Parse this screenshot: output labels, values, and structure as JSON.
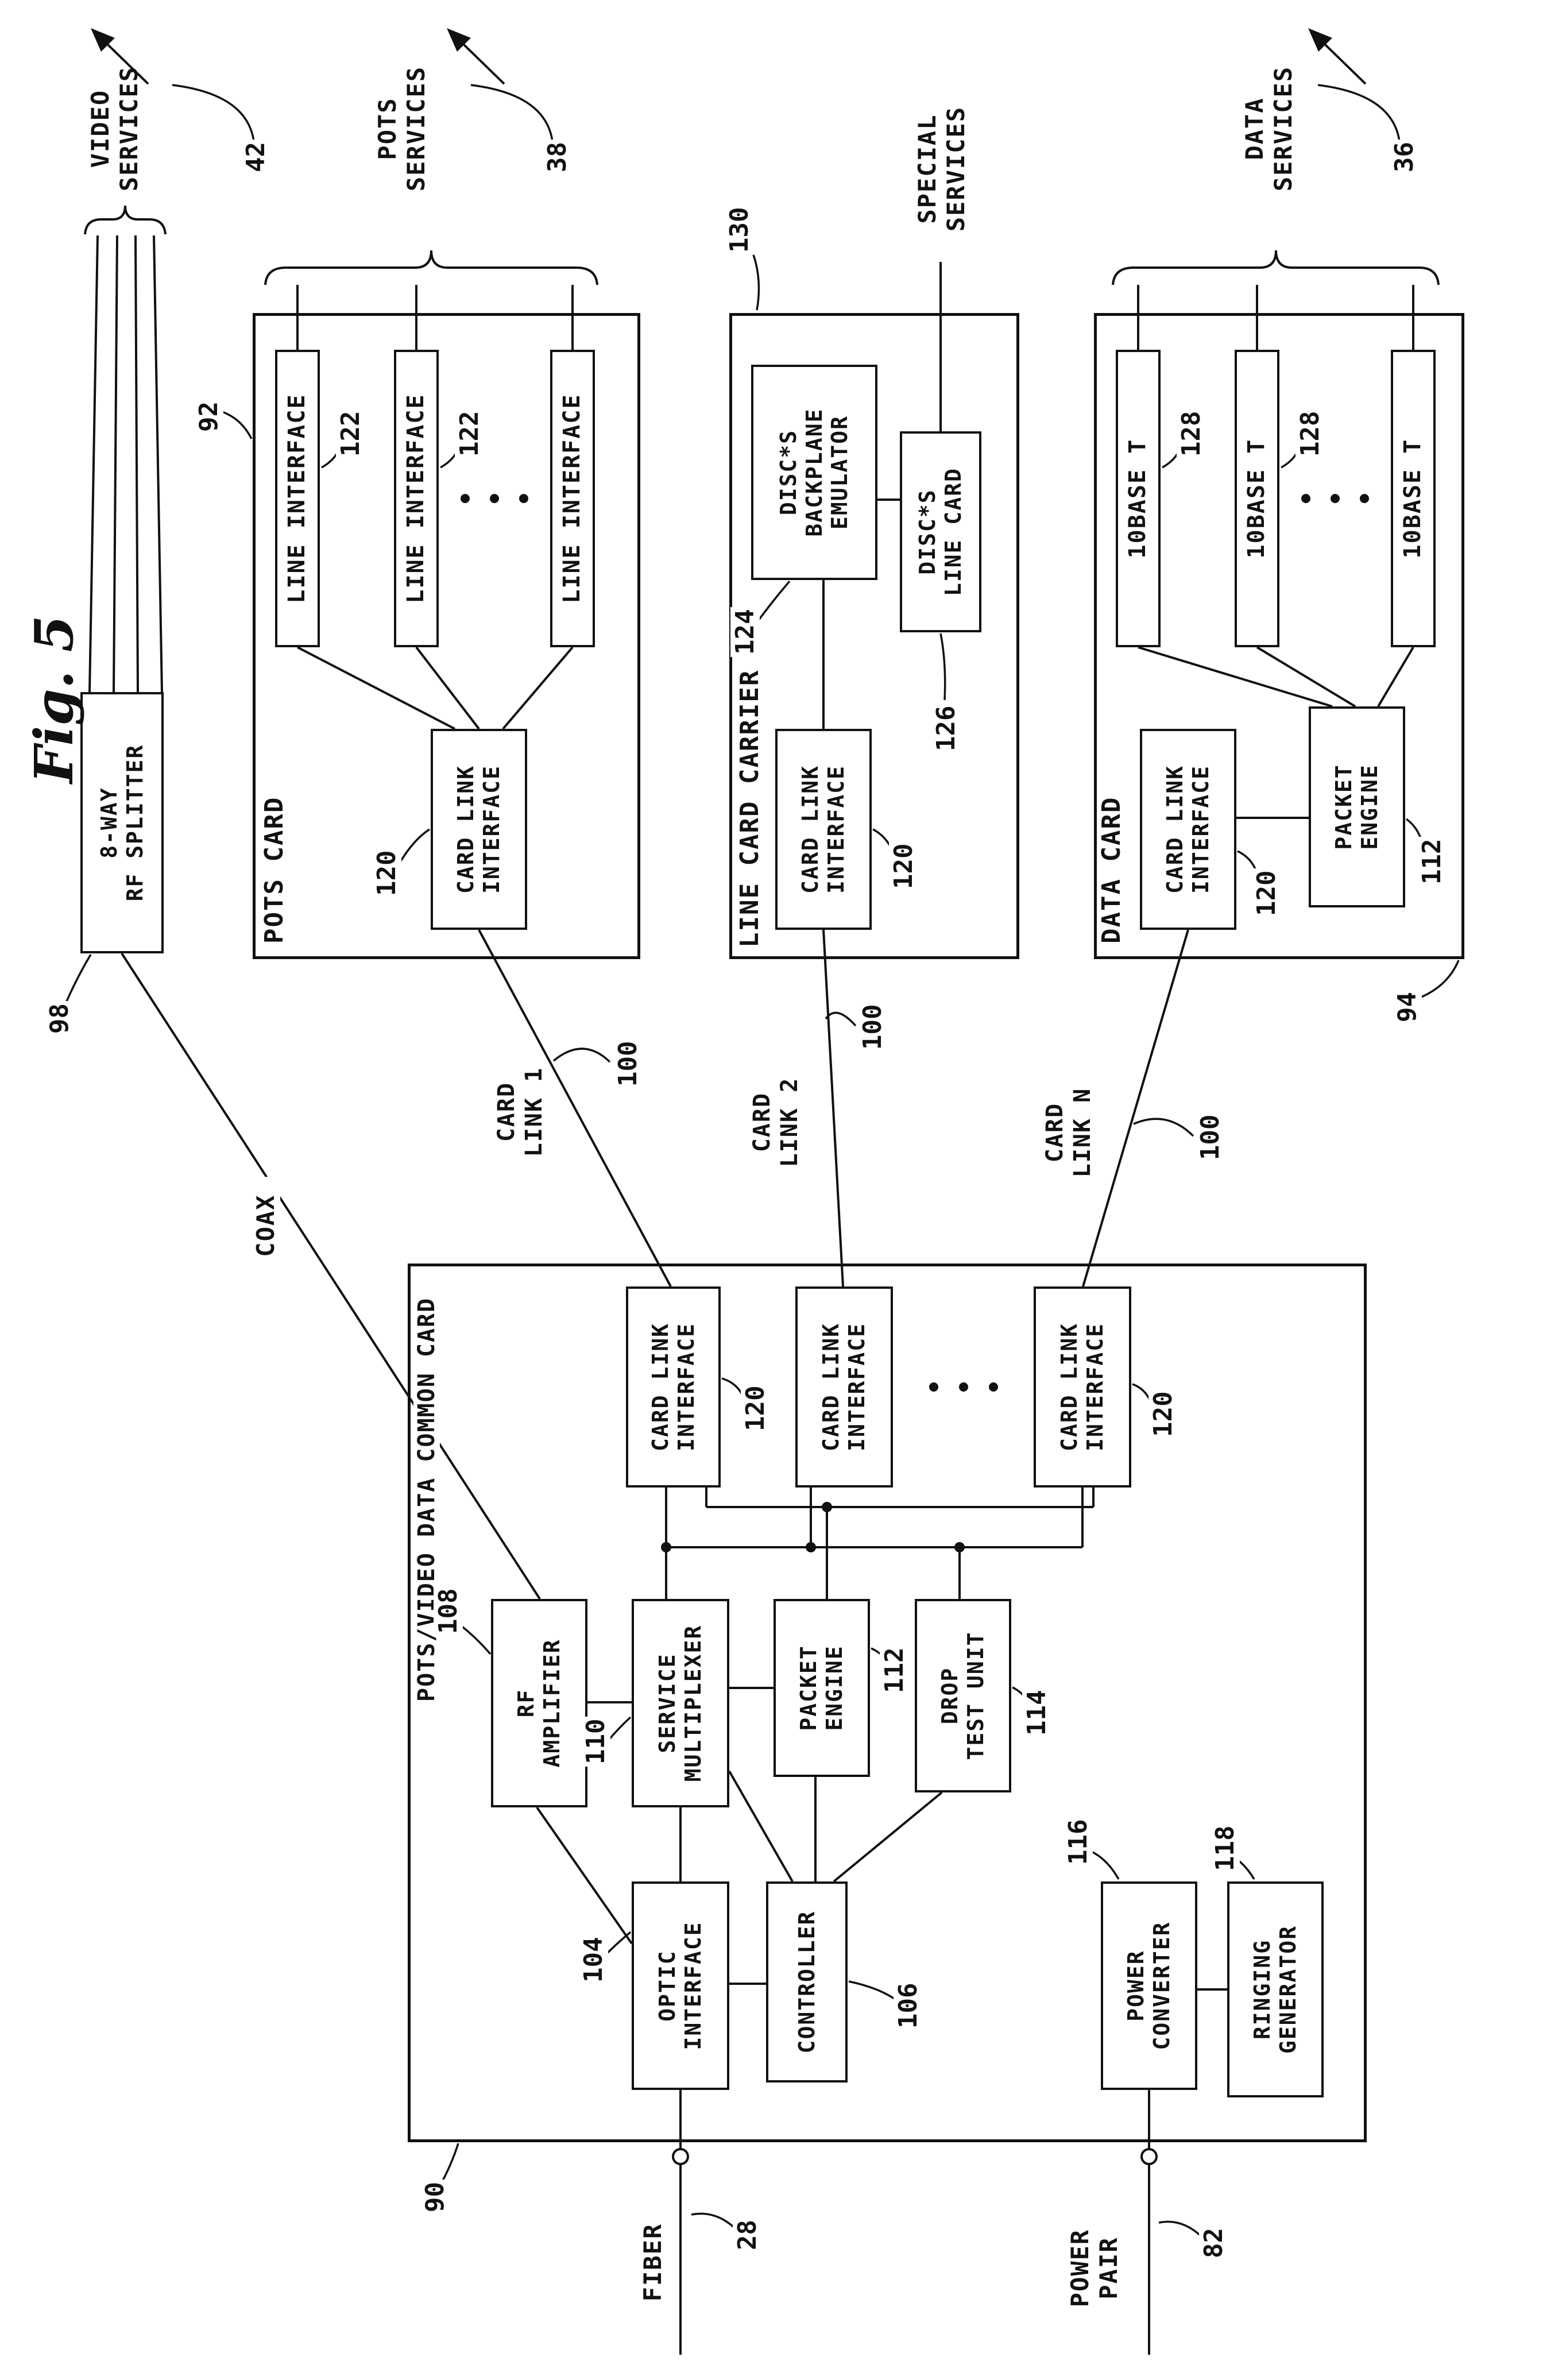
{
  "figure": {
    "caption": "Fig. 5"
  },
  "cards": {
    "common": {
      "title": "POTS/VIDEO DATA COMMON CARD",
      "ref": "90"
    },
    "pots": {
      "title": "POTS CARD",
      "ref": "92"
    },
    "carrier": {
      "title": "LINE CARD CARRIER",
      "ref": "130"
    },
    "data": {
      "title": "DATA CARD",
      "ref": "94"
    }
  },
  "boxes": {
    "splitter": {
      "label": "8-WAY\nRF SPLITTER",
      "ref": "98"
    },
    "line_if_1": {
      "label": "LINE INTERFACE",
      "ref": "122"
    },
    "line_if_2": {
      "label": "LINE INTERFACE",
      "ref": "122"
    },
    "line_if_3": {
      "label": "LINE INTERFACE"
    },
    "pots_clif": {
      "label": "CARD LINK\nINTERFACE",
      "ref": "120"
    },
    "emulator": {
      "label": "DISC*S\nBACKPLANE\nEMULATOR",
      "ref": "124"
    },
    "discs_line_card": {
      "label": "DISC*S\nLINE CARD",
      "ref": "126"
    },
    "carrier_clif": {
      "label": "CARD LINK\nINTERFACE",
      "ref": "120"
    },
    "tenbase_1": {
      "label": "10BASE T",
      "ref": "128"
    },
    "tenbase_2": {
      "label": "10BASE T",
      "ref": "128"
    },
    "tenbase_3": {
      "label": "10BASE T"
    },
    "data_clif": {
      "label": "CARD LINK\nINTERFACE",
      "ref": "120"
    },
    "data_packet_engine": {
      "label": "PACKET\nENGINE",
      "ref": "112"
    },
    "cc_clif_1": {
      "label": "CARD LINK\nINTERFACE",
      "ref": "120"
    },
    "cc_clif_2": {
      "label": "CARD LINK\nINTERFACE"
    },
    "cc_clif_3": {
      "label": "CARD LINK\nINTERFACE",
      "ref": "120"
    },
    "rf_amplifier": {
      "label": "RF\nAMPLIFIER",
      "ref": "108"
    },
    "service_multiplexer": {
      "label": "SERVICE\nMULTIPLEXER",
      "ref": "110"
    },
    "cc_packet_engine": {
      "label": "PACKET\nENGINE",
      "ref": "112"
    },
    "drop_test_unit": {
      "label": "DROP\nTEST UNIT",
      "ref": "114"
    },
    "optic_interface": {
      "label": "OPTIC\nINTERFACE",
      "ref": "104"
    },
    "controller": {
      "label": "CONTROLLER",
      "ref": "106"
    },
    "power_converter": {
      "label": "POWER\nCONVERTER",
      "ref": "116"
    },
    "ringing_generator": {
      "label": "RINGING\nGENERATOR",
      "ref": "118"
    }
  },
  "links": {
    "link1": {
      "label": "CARD\nLINK 1",
      "ref": "100"
    },
    "link2": {
      "label": "CARD\nLINK 2",
      "ref": "100"
    },
    "linkn": {
      "label": "CARD\nLINK N",
      "ref": "100"
    }
  },
  "services": {
    "video": {
      "label": "VIDEO\nSERVICES",
      "ref": "42"
    },
    "pots": {
      "label": "POTS\nSERVICES",
      "ref": "38"
    },
    "special": {
      "label": "SPECIAL\nSERVICES"
    },
    "data": {
      "label": "DATA\nSERVICES",
      "ref": "36"
    }
  },
  "io": {
    "fiber": {
      "label": "FIBER",
      "ref": "28"
    },
    "power": {
      "label": "POWER\nPAIR",
      "ref": "82"
    },
    "coax": {
      "label": "COAX"
    }
  },
  "colors": {
    "ink": "#111111",
    "paper": "#ffffff"
  }
}
